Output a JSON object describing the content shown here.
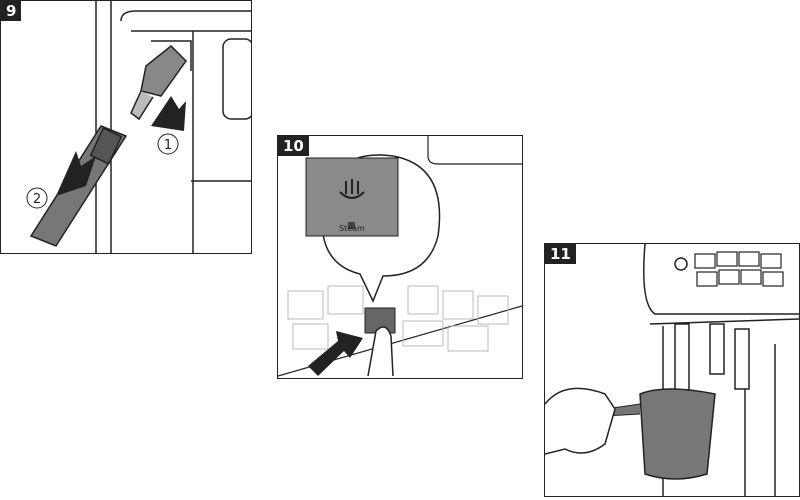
{
  "steps": [
    {
      "number": "9",
      "callouts": [
        "1",
        "2"
      ]
    },
    {
      "number": "10",
      "button_label": "Steam"
    },
    {
      "number": "11"
    }
  ],
  "colors": {
    "line": "#222222",
    "fill_dark": "#666666",
    "fill_mid": "#8a8a8a",
    "fill_light": "#bdbdbd"
  }
}
